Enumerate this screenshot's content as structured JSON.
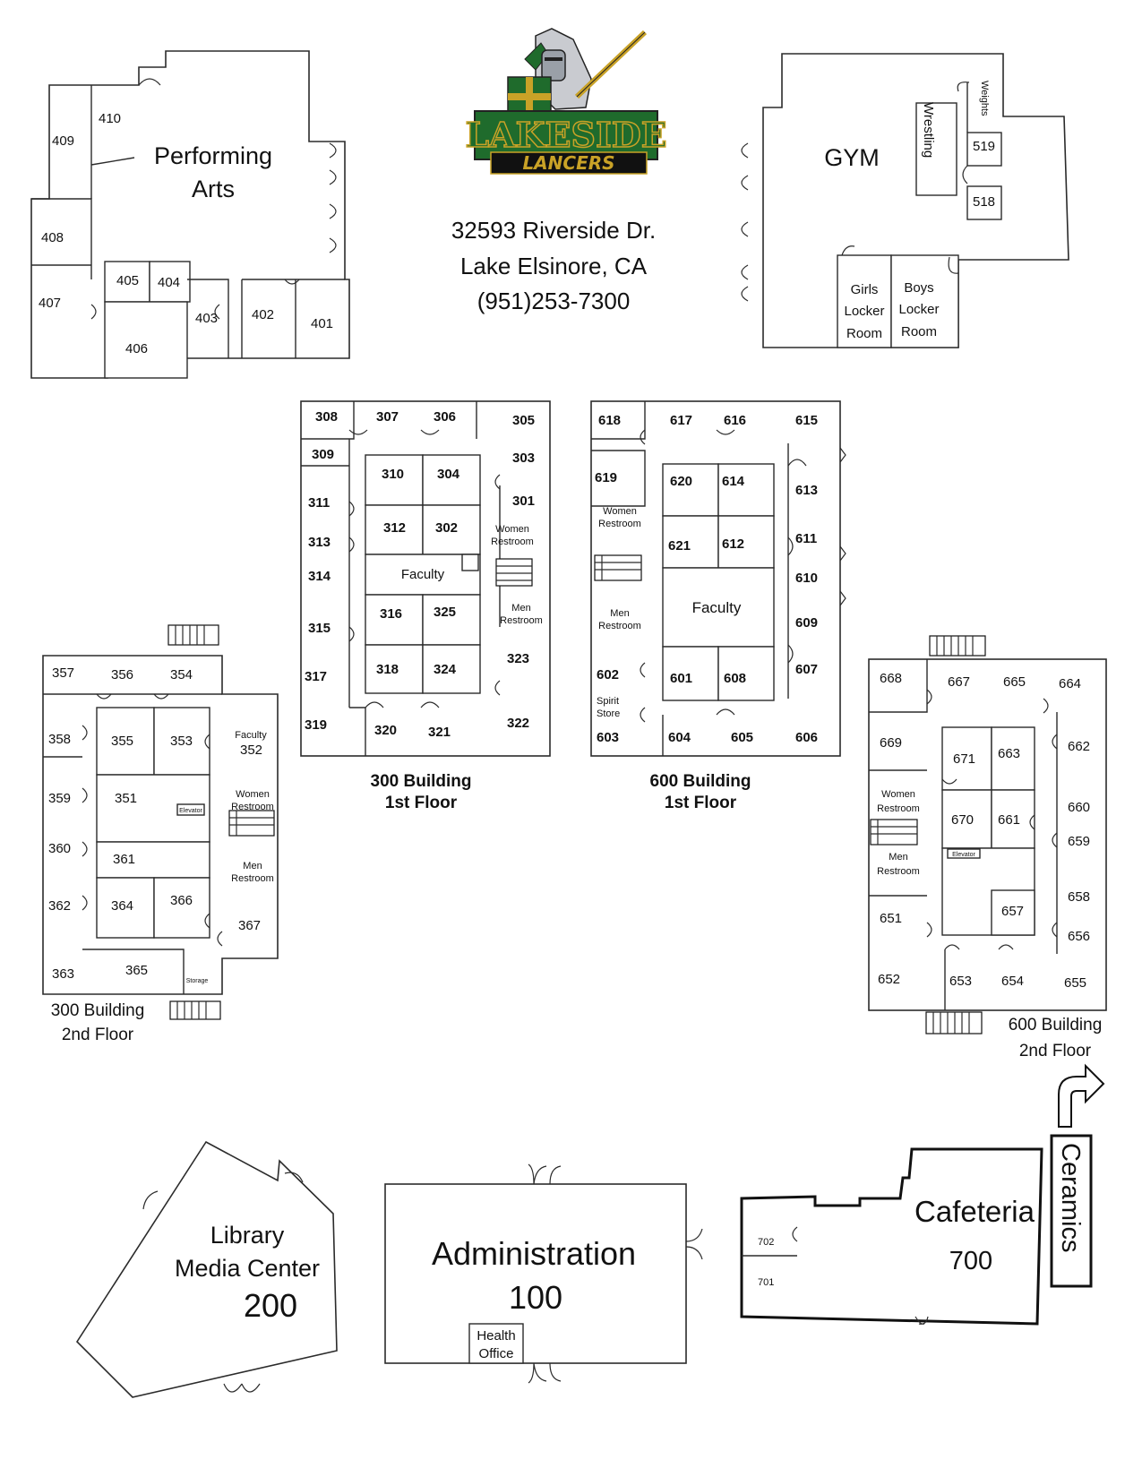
{
  "school": {
    "logo_text_top": "LAKESIDE",
    "logo_text_bottom": "LANCERS",
    "address_line1": "32593 Riverside Dr.",
    "address_line2": "Lake Elsinore, CA",
    "phone": "(951)253-7300"
  },
  "colors": {
    "logo_green": "#1f6b2c",
    "logo_gold": "#c9a227",
    "ink": "#111111"
  },
  "performing_arts": {
    "title_line1": "Performing",
    "title_line2": "Arts",
    "rooms": [
      "409",
      "410",
      "408",
      "407",
      "405",
      "404",
      "406",
      "403",
      "402",
      "401"
    ]
  },
  "gym": {
    "title": "GYM",
    "wrestling": "Wrestling",
    "weights": "Weights",
    "rooms": [
      "519",
      "518"
    ],
    "girls_locker": [
      "Girls",
      "Locker",
      "Room"
    ],
    "boys_locker": [
      "Boys",
      "Locker",
      "Room"
    ]
  },
  "b300_1": {
    "caption_line1": "300 Building",
    "caption_line2": "1st Floor",
    "rooms": [
      "308",
      "307",
      "306",
      "305",
      "309",
      "303",
      "311",
      "310",
      "304",
      "301",
      "313",
      "312",
      "302",
      "314",
      "315",
      "316",
      "325",
      "317",
      "318",
      "324",
      "323",
      "319",
      "320",
      "321",
      "322"
    ],
    "faculty": "Faculty",
    "women_restroom": [
      "Women",
      "Restroom"
    ],
    "men_restroom": [
      "Men",
      "Restroom"
    ]
  },
  "b600_1": {
    "caption_line1": "600 Building",
    "caption_line2": "1st Floor",
    "rooms": [
      "618",
      "617",
      "616",
      "615",
      "619",
      "620",
      "614",
      "613",
      "621",
      "612",
      "611",
      "610",
      "609",
      "602",
      "601",
      "608",
      "607",
      "603",
      "604",
      "605",
      "606"
    ],
    "faculty": "Faculty",
    "women_restroom": [
      "Women",
      "Restroom"
    ],
    "men_restroom": [
      "Men",
      "Restroom"
    ],
    "spirit_store": [
      "Spirit",
      "Store"
    ]
  },
  "b300_2": {
    "caption_line1": "300 Building",
    "caption_line2": "2nd Floor",
    "rooms": [
      "357",
      "356",
      "354",
      "358",
      "355",
      "353",
      "352",
      "359",
      "351",
      "360",
      "361",
      "362",
      "364",
      "366",
      "367",
      "363",
      "365"
    ],
    "faculty": "Faculty",
    "women_restroom": [
      "Women",
      "Restroom"
    ],
    "men_restroom": [
      "Men",
      "Restroom"
    ],
    "elevator": "Elevator",
    "storage": "Storage"
  },
  "b600_2": {
    "caption_line1": "600 Building",
    "caption_line2": "2nd Floor",
    "rooms": [
      "668",
      "667",
      "665",
      "664",
      "669",
      "671",
      "663",
      "662",
      "670",
      "661",
      "660",
      "659",
      "658",
      "651",
      "657",
      "656",
      "652",
      "653",
      "654",
      "655"
    ],
    "women_restroom": [
      "Women",
      "Restroom"
    ],
    "men_restroom": [
      "Men",
      "Restroom"
    ],
    "elevator": "Elevator"
  },
  "library": {
    "line1": "Library",
    "line2": "Media Center",
    "number": "200"
  },
  "admin": {
    "title": "Administration",
    "number": "100",
    "health": [
      "Health",
      "Office"
    ]
  },
  "cafeteria": {
    "title": "Cafeteria",
    "number": "700",
    "rooms": [
      "702",
      "701"
    ]
  },
  "ceramics": {
    "label": "Ceramics"
  }
}
